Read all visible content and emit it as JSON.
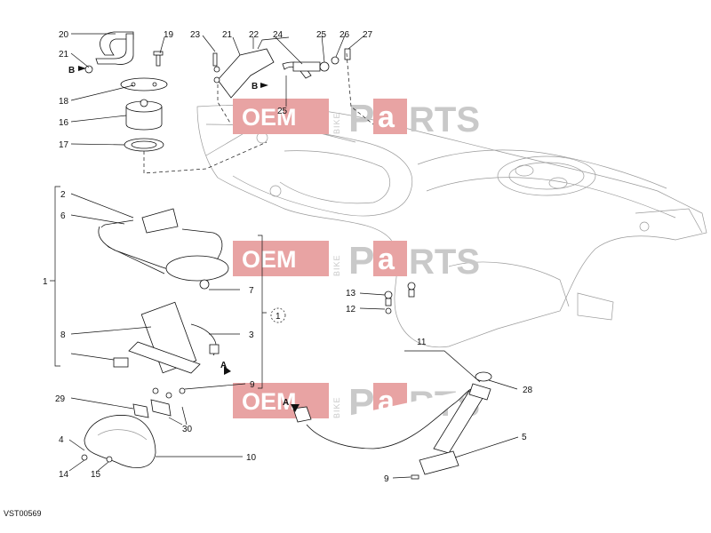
{
  "diagram_code": "VST00569",
  "watermark": {
    "oem": "OEM",
    "bike": "BIKE",
    "p": "P",
    "a": "a",
    "rts": "RTS"
  },
  "callouts": {
    "c1": "1",
    "c1b": "1",
    "c2": "2",
    "c3": "3",
    "c4": "4",
    "c5": "5",
    "c6": "6",
    "c7": "7",
    "c8": "8",
    "c9a": "9",
    "c9b": "9",
    "c10": "10",
    "c11": "11",
    "c12": "12",
    "c13": "13",
    "c14": "14",
    "c15": "15",
    "c16": "16",
    "c17": "17",
    "c18": "18",
    "c19": "19",
    "c20": "20",
    "c21a": "21",
    "c21b": "21",
    "c22": "22",
    "c23": "23",
    "c24": "24",
    "c25a": "25",
    "c25b": "25",
    "c26": "26",
    "c27": "27",
    "c28": "28",
    "c29": "29",
    "c30": "30"
  },
  "refs": {
    "a1": "A",
    "a2": "A",
    "b1": "B",
    "b2": "B"
  }
}
